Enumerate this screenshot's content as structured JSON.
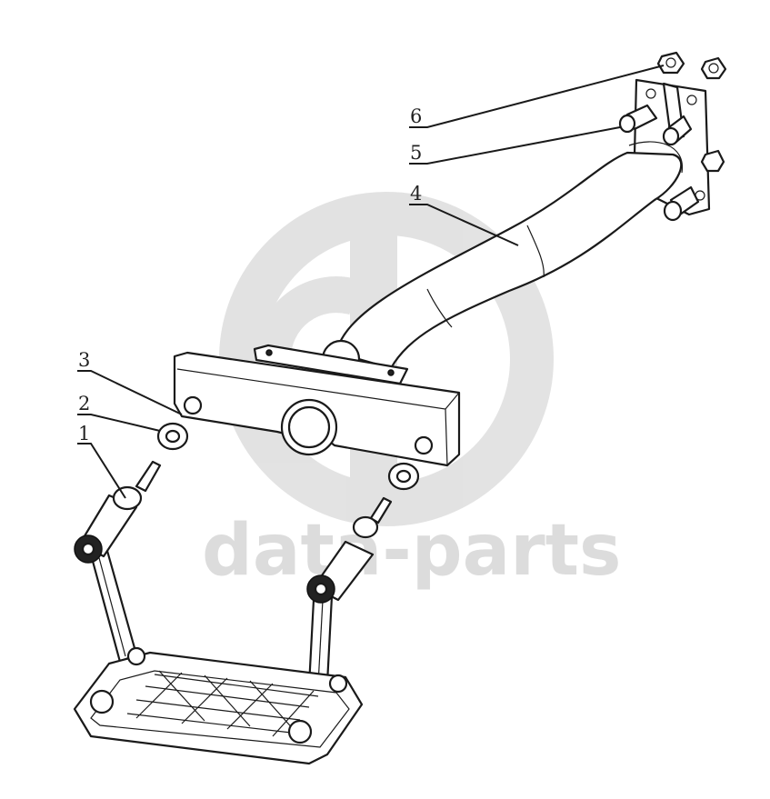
{
  "callouts": [
    {
      "id": "1",
      "label": "1"
    },
    {
      "id": "2",
      "label": "2"
    },
    {
      "id": "3",
      "label": "3"
    },
    {
      "id": "4",
      "label": "4"
    },
    {
      "id": "5",
      "label": "5"
    },
    {
      "id": "6",
      "label": "6"
    }
  ],
  "watermark": {
    "text": "data-parts",
    "color": "#dcdcdc"
  },
  "colors": {
    "line": "#1a1a1a",
    "background": "#ffffff"
  }
}
